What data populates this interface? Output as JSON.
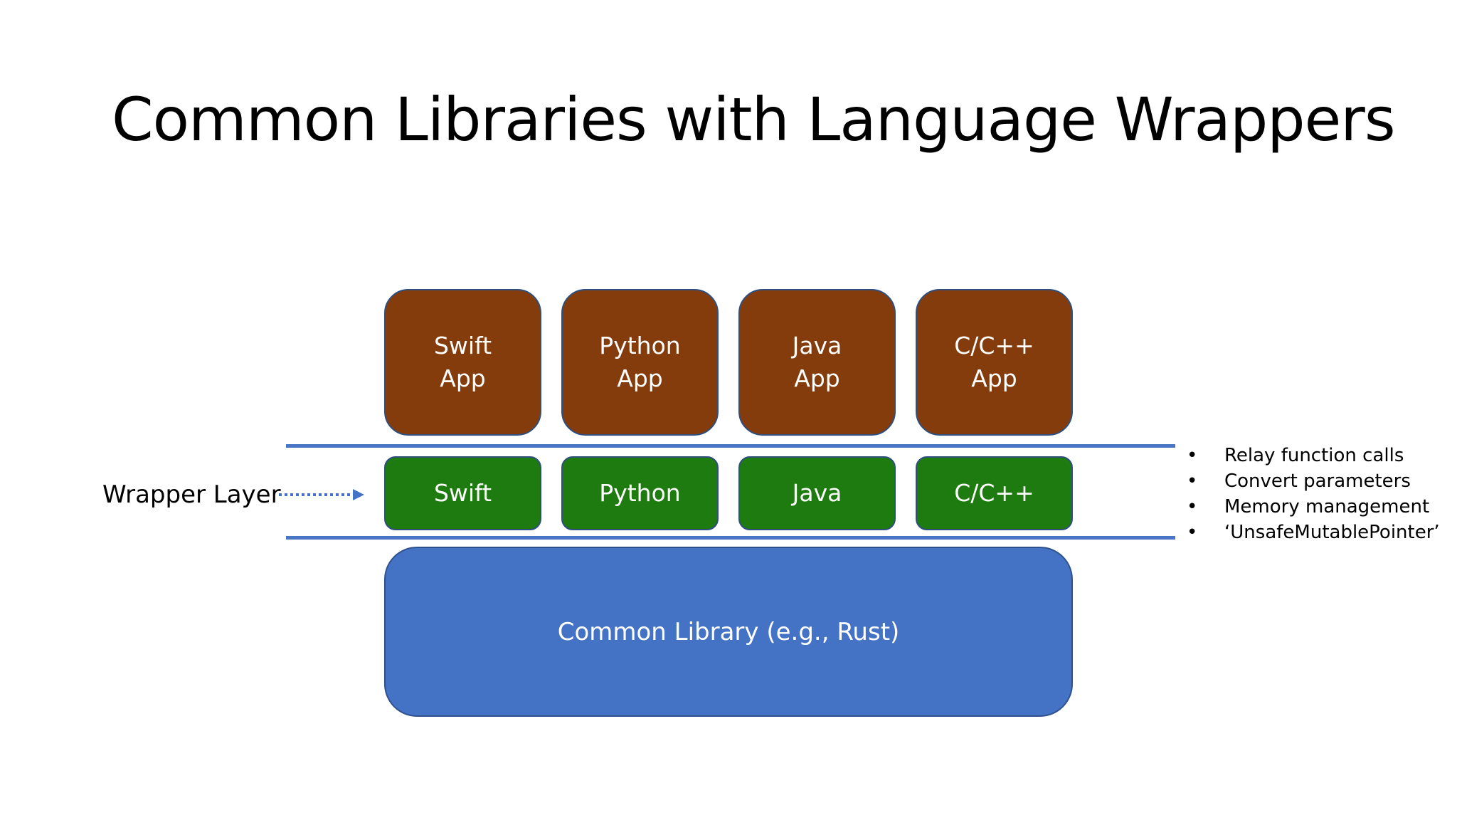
{
  "title": "Common Libraries with Language Wrappers",
  "apps": [
    {
      "line1": "Swift",
      "line2": "App"
    },
    {
      "line1": "Python",
      "line2": "App"
    },
    {
      "line1": "Java",
      "line2": "App"
    },
    {
      "line1": "C/C++",
      "line2": "App"
    }
  ],
  "wrappers": [
    "Swift",
    "Python",
    "Java",
    "C/C++"
  ],
  "library_label": "Common Library (e.g., Rust)",
  "wrapper_layer_label": "Wrapper Layer",
  "wrapper_notes": [
    "Relay function calls",
    "Convert parameters",
    "Memory management",
    "‘UnsafeMutablePointer’"
  ],
  "bullet_glyph": "•",
  "colors": {
    "app_box": "#843c0c",
    "wrapper_box": "#1e7b0f",
    "library_box": "#4472c4",
    "separator_line": "#4a74c4",
    "arrow": "#4472c4"
  }
}
